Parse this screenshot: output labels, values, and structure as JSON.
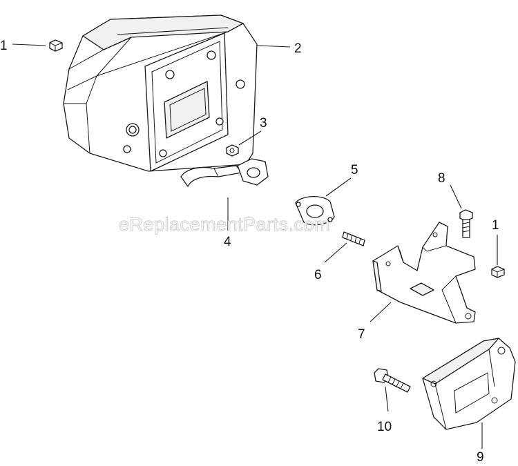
{
  "watermark": "eReplacementParts.com",
  "callouts": [
    {
      "id": "c1a",
      "label": "1"
    },
    {
      "id": "c2",
      "label": "2"
    },
    {
      "id": "c3",
      "label": "3"
    },
    {
      "id": "c4",
      "label": "4"
    },
    {
      "id": "c5",
      "label": "5"
    },
    {
      "id": "c6",
      "label": "6"
    },
    {
      "id": "c7",
      "label": "7"
    },
    {
      "id": "c8",
      "label": "8"
    },
    {
      "id": "c1b",
      "label": "1"
    },
    {
      "id": "c10",
      "label": "10"
    },
    {
      "id": "c9",
      "label": "9"
    }
  ]
}
